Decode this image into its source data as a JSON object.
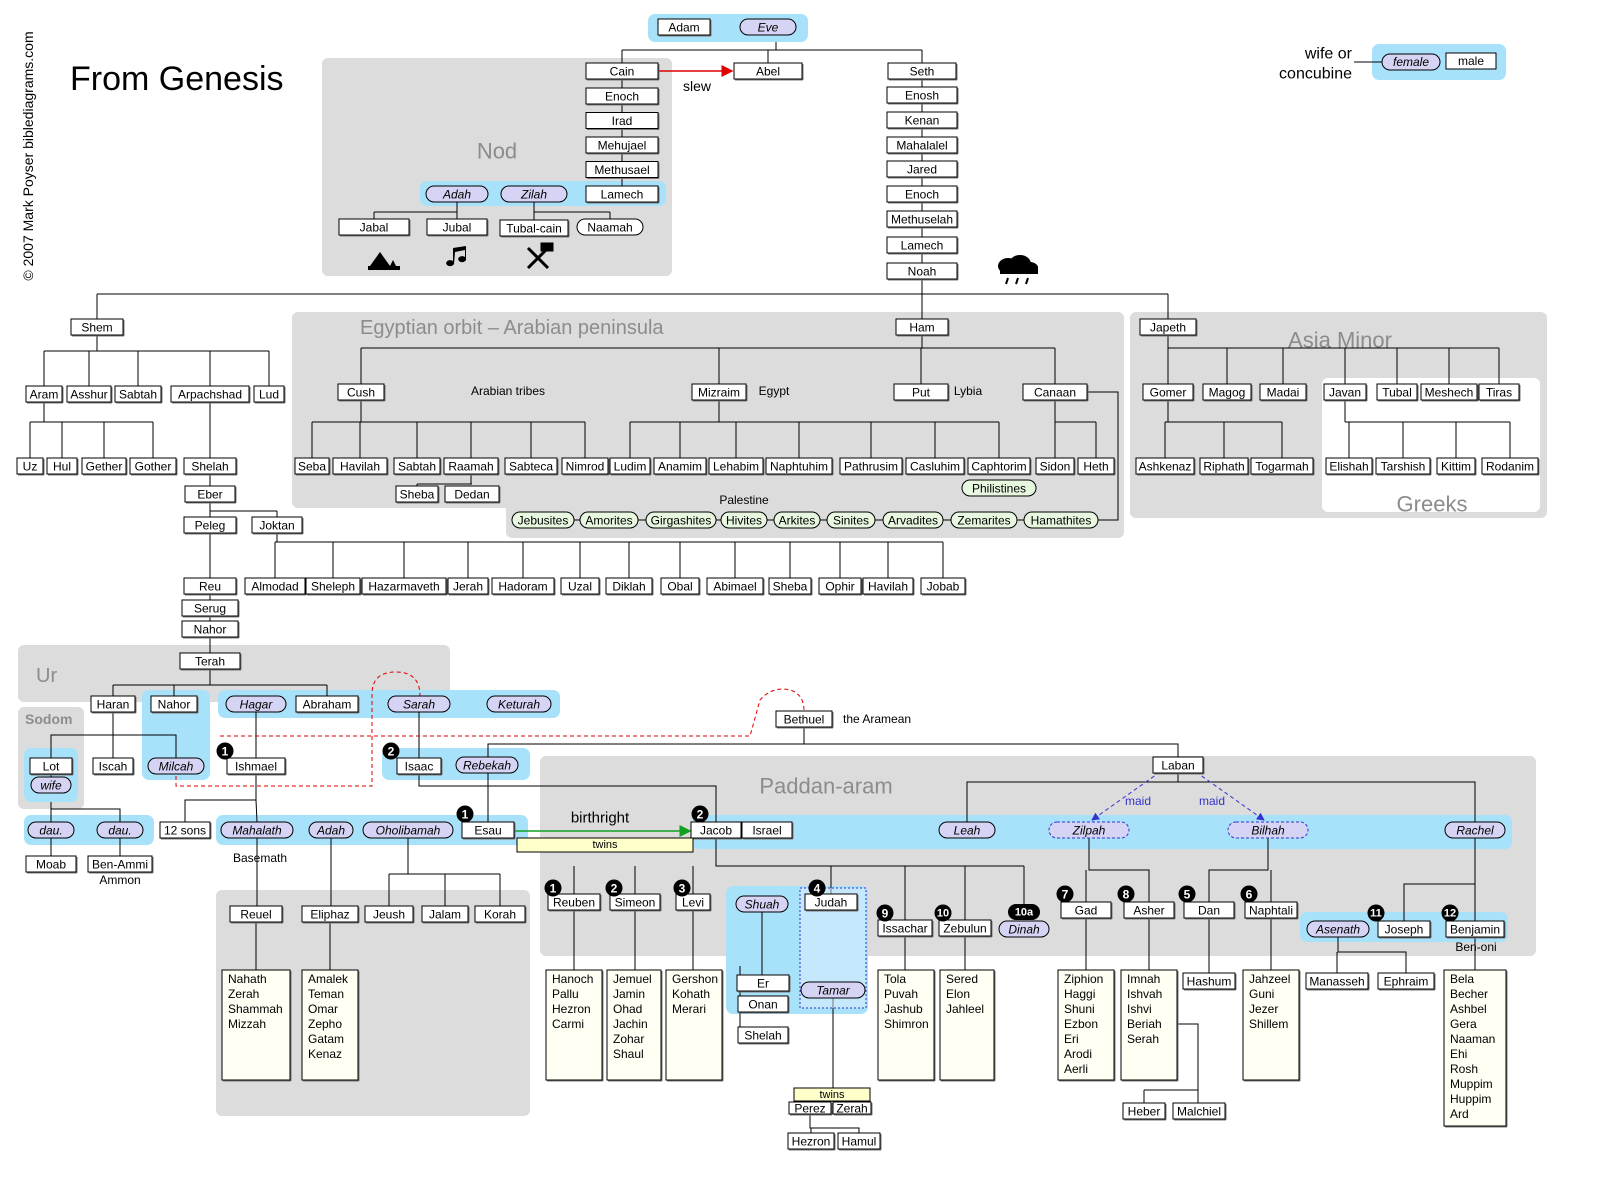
{
  "title": "From Genesis",
  "copyright": "© 2007 Mark Poyser  biblediagrams.com",
  "legend": {
    "wife_label": "wife or\nconcubine",
    "female": "female",
    "male": "male"
  },
  "regions": {
    "nod": "Nod",
    "egypt": "Egyptian orbit – Arabian peninsula",
    "asia": "Asia Minor",
    "greeks": "Greeks",
    "ur": "Ur",
    "sodom": "Sodom",
    "paddan": "Paddan-aram"
  },
  "notes": {
    "slew": "slew",
    "arabian": "Arabian tribes",
    "egypt": "Egypt",
    "lybia": "Lybia",
    "palestine": "Palestine",
    "aramean": "the Aramean",
    "birthright": "birthright",
    "maid": "maid",
    "basemath": "Basemath",
    "ammon": "Ammon",
    "benoni": "Ben-oni"
  },
  "icons": [
    "tent-livestock-icon",
    "music-note-icon",
    "tools-icon",
    "rain-cloud-icon"
  ],
  "people": [
    {
      "id": "adam",
      "name": "Adam"
    },
    {
      "id": "eve",
      "name": "Eve"
    },
    {
      "id": "cain",
      "name": "Cain"
    },
    {
      "id": "abel",
      "name": "Abel"
    },
    {
      "id": "seth",
      "name": "Seth"
    },
    {
      "id": "enoch1",
      "name": "Enoch"
    },
    {
      "id": "irad",
      "name": "Irad"
    },
    {
      "id": "mehujael",
      "name": "Mehujael"
    },
    {
      "id": "methusael",
      "name": "Methusael"
    },
    {
      "id": "lamech1",
      "name": "Lamech"
    },
    {
      "id": "adah1",
      "name": "Adah"
    },
    {
      "id": "zilah",
      "name": "Zilah"
    },
    {
      "id": "jabal",
      "name": "Jabal"
    },
    {
      "id": "jubal",
      "name": "Jubal"
    },
    {
      "id": "tubalcain",
      "name": "Tubal-cain"
    },
    {
      "id": "naamah",
      "name": "Naamah"
    },
    {
      "id": "enosh",
      "name": "Enosh"
    },
    {
      "id": "kenan",
      "name": "Kenan"
    },
    {
      "id": "mahalalel",
      "name": "Mahalalel"
    },
    {
      "id": "jared",
      "name": "Jared"
    },
    {
      "id": "enoch2",
      "name": "Enoch"
    },
    {
      "id": "methuselah",
      "name": "Methuselah"
    },
    {
      "id": "lamech2",
      "name": "Lamech"
    },
    {
      "id": "noah",
      "name": "Noah"
    },
    {
      "id": "shem",
      "name": "Shem"
    },
    {
      "id": "ham",
      "name": "Ham"
    },
    {
      "id": "japeth",
      "name": "Japeth"
    },
    {
      "id": "aram",
      "name": "Aram"
    },
    {
      "id": "asshur",
      "name": "Asshur"
    },
    {
      "id": "sabtah1",
      "name": "Sabtah"
    },
    {
      "id": "arpachshad",
      "name": "Arpachshad"
    },
    {
      "id": "lud",
      "name": "Lud"
    },
    {
      "id": "uz",
      "name": "Uz"
    },
    {
      "id": "hul",
      "name": "Hul"
    },
    {
      "id": "gether",
      "name": "Gether"
    },
    {
      "id": "gother",
      "name": "Gother"
    },
    {
      "id": "shelah1",
      "name": "Shelah"
    },
    {
      "id": "eber",
      "name": "Eber"
    },
    {
      "id": "peleg",
      "name": "Peleg"
    },
    {
      "id": "joktan",
      "name": "Joktan"
    },
    {
      "id": "almodad",
      "name": "Almodad"
    },
    {
      "id": "sheleph",
      "name": "Sheleph"
    },
    {
      "id": "hazarmaveth",
      "name": "Hazarmaveth"
    },
    {
      "id": "jerah",
      "name": "Jerah"
    },
    {
      "id": "hadoram",
      "name": "Hadoram"
    },
    {
      "id": "uzal",
      "name": "Uzal"
    },
    {
      "id": "diklah",
      "name": "Diklah"
    },
    {
      "id": "obal",
      "name": "Obal"
    },
    {
      "id": "abimael",
      "name": "Abimael"
    },
    {
      "id": "sheba1",
      "name": "Sheba"
    },
    {
      "id": "ophir",
      "name": "Ophir"
    },
    {
      "id": "havilah1",
      "name": "Havilah"
    },
    {
      "id": "jobab",
      "name": "Jobab"
    },
    {
      "id": "reu",
      "name": "Reu"
    },
    {
      "id": "serug",
      "name": "Serug"
    },
    {
      "id": "nahor1",
      "name": "Nahor"
    },
    {
      "id": "terah",
      "name": "Terah"
    },
    {
      "id": "cush",
      "name": "Cush"
    },
    {
      "id": "mizraim",
      "name": "Mizraim"
    },
    {
      "id": "put",
      "name": "Put"
    },
    {
      "id": "canaan",
      "name": "Canaan"
    },
    {
      "id": "seba",
      "name": "Seba"
    },
    {
      "id": "havilah2",
      "name": "Havilah"
    },
    {
      "id": "sabtah2",
      "name": "Sabtah"
    },
    {
      "id": "raamah",
      "name": "Raamah"
    },
    {
      "id": "sabteca",
      "name": "Sabteca"
    },
    {
      "id": "nimrod",
      "name": "Nimrod"
    },
    {
      "id": "sheba2",
      "name": "Sheba"
    },
    {
      "id": "dedan",
      "name": "Dedan"
    },
    {
      "id": "ludim",
      "name": "Ludim"
    },
    {
      "id": "anamim",
      "name": "Anamim"
    },
    {
      "id": "lehabim",
      "name": "Lehabim"
    },
    {
      "id": "naphtuhim",
      "name": "Naphtuhim"
    },
    {
      "id": "pathrusim",
      "name": "Pathrusim"
    },
    {
      "id": "casluhim",
      "name": "Casluhim"
    },
    {
      "id": "caphtorim",
      "name": "Caphtorim"
    },
    {
      "id": "philistines",
      "name": "Philistines"
    },
    {
      "id": "sidon",
      "name": "Sidon"
    },
    {
      "id": "heth",
      "name": "Heth"
    },
    {
      "id": "jebusites",
      "name": "Jebusites"
    },
    {
      "id": "amorites",
      "name": "Amorites"
    },
    {
      "id": "girgashites",
      "name": "Girgashites"
    },
    {
      "id": "hivites",
      "name": "Hivites"
    },
    {
      "id": "arkites",
      "name": "Arkites"
    },
    {
      "id": "sinites",
      "name": "Sinites"
    },
    {
      "id": "arvadites",
      "name": "Arvadites"
    },
    {
      "id": "zemarites",
      "name": "Zemarites"
    },
    {
      "id": "hamathites",
      "name": "Hamathites"
    },
    {
      "id": "gomer",
      "name": "Gomer"
    },
    {
      "id": "magog",
      "name": "Magog"
    },
    {
      "id": "madai",
      "name": "Madai"
    },
    {
      "id": "javan",
      "name": "Javan"
    },
    {
      "id": "tubal",
      "name": "Tubal"
    },
    {
      "id": "meshech",
      "name": "Meshech"
    },
    {
      "id": "tiras",
      "name": "Tiras"
    },
    {
      "id": "ashkenaz",
      "name": "Ashkenaz"
    },
    {
      "id": "riphath",
      "name": "Riphath"
    },
    {
      "id": "togarmah",
      "name": "Togarmah"
    },
    {
      "id": "elishah",
      "name": "Elishah"
    },
    {
      "id": "tarshish",
      "name": "Tarshish"
    },
    {
      "id": "kittim",
      "name": "Kittim"
    },
    {
      "id": "rodanim",
      "name": "Rodanim"
    },
    {
      "id": "haran",
      "name": "Haran"
    },
    {
      "id": "nahor2",
      "name": "Nahor"
    },
    {
      "id": "hagar",
      "name": "Hagar"
    },
    {
      "id": "abraham",
      "name": "Abraham"
    },
    {
      "id": "sarah",
      "name": "Sarah"
    },
    {
      "id": "keturah",
      "name": "Keturah"
    },
    {
      "id": "lot",
      "name": "Lot"
    },
    {
      "id": "lotwife",
      "name": "wife"
    },
    {
      "id": "iscah",
      "name": "Iscah"
    },
    {
      "id": "milcah",
      "name": "Milcah"
    },
    {
      "id": "ishmael",
      "name": "Ishmael"
    },
    {
      "id": "isaac",
      "name": "Isaac"
    },
    {
      "id": "rebekah",
      "name": "Rebekah"
    },
    {
      "id": "dau1",
      "name": "dau."
    },
    {
      "id": "dau2",
      "name": "dau."
    },
    {
      "id": "moab",
      "name": "Moab"
    },
    {
      "id": "benammi",
      "name": "Ben-Ammi"
    },
    {
      "id": "twelvesons",
      "name": "12 sons"
    },
    {
      "id": "mahalath",
      "name": "Mahalath"
    },
    {
      "id": "adah2",
      "name": "Adah"
    },
    {
      "id": "oholibamah",
      "name": "Oholibamah"
    },
    {
      "id": "esau",
      "name": "Esau"
    },
    {
      "id": "reuel",
      "name": "Reuel"
    },
    {
      "id": "eliphaz",
      "name": "Eliphaz"
    },
    {
      "id": "jeush",
      "name": "Jeush"
    },
    {
      "id": "jalam",
      "name": "Jalam"
    },
    {
      "id": "korah",
      "name": "Korah"
    },
    {
      "id": "bethuel",
      "name": "Bethuel"
    },
    {
      "id": "laban",
      "name": "Laban"
    },
    {
      "id": "jacob",
      "name": "Jacob"
    },
    {
      "id": "israel",
      "name": "Israel"
    },
    {
      "id": "leah",
      "name": "Leah"
    },
    {
      "id": "zilpah",
      "name": "Zilpah"
    },
    {
      "id": "bilhah",
      "name": "Bilhah"
    },
    {
      "id": "rachel",
      "name": "Rachel"
    },
    {
      "id": "reuben",
      "name": "Reuben"
    },
    {
      "id": "simeon",
      "name": "Simeon"
    },
    {
      "id": "levi",
      "name": "Levi"
    },
    {
      "id": "shuah",
      "name": "Shuah"
    },
    {
      "id": "judah",
      "name": "Judah"
    },
    {
      "id": "issachar",
      "name": "Issachar"
    },
    {
      "id": "zebulun",
      "name": "Zebulun"
    },
    {
      "id": "dinah",
      "name": "Dinah"
    },
    {
      "id": "gad",
      "name": "Gad"
    },
    {
      "id": "asher",
      "name": "Asher"
    },
    {
      "id": "dan",
      "name": "Dan"
    },
    {
      "id": "naphtali",
      "name": "Naphtali"
    },
    {
      "id": "asenath",
      "name": "Asenath"
    },
    {
      "id": "joseph",
      "name": "Joseph"
    },
    {
      "id": "benjamin",
      "name": "Benjamin"
    },
    {
      "id": "er",
      "name": "Er"
    },
    {
      "id": "onan",
      "name": "Onan"
    },
    {
      "id": "shelah2",
      "name": "Shelah"
    },
    {
      "id": "tamar",
      "name": "Tamar"
    },
    {
      "id": "perez",
      "name": "Perez"
    },
    {
      "id": "zerah",
      "name": "Zerah"
    },
    {
      "id": "hezron",
      "name": "Hezron"
    },
    {
      "id": "hamul",
      "name": "Hamul"
    },
    {
      "id": "hashum",
      "name": "Hashum"
    },
    {
      "id": "manasseh",
      "name": "Manasseh"
    },
    {
      "id": "ephraim",
      "name": "Ephraim"
    },
    {
      "id": "heber",
      "name": "Heber"
    },
    {
      "id": "malchiel",
      "name": "Malchiel"
    }
  ],
  "twins_label": "twins",
  "son_lists": [
    {
      "id": "reuel_sons",
      "names": [
        "Nahath",
        "Zerah",
        "Shammah",
        "Mizzah"
      ]
    },
    {
      "id": "eliphaz_sons",
      "names": [
        "Amalek",
        "Teman",
        "Omar",
        "Zepho",
        "Gatam",
        "Kenaz"
      ]
    },
    {
      "id": "reuben_sons",
      "names": [
        "Hanoch",
        "Pallu",
        "Hezron",
        "Carmi"
      ]
    },
    {
      "id": "simeon_sons",
      "names": [
        "Jemuel",
        "Jamin",
        "Ohad",
        "Jachin",
        "Zohar",
        "Shaul"
      ]
    },
    {
      "id": "levi_sons",
      "names": [
        "Gershon",
        "Kohath",
        "Merari"
      ]
    },
    {
      "id": "issachar_sons",
      "names": [
        "Tola",
        "Puvah",
        "Jashub",
        "Shimron"
      ]
    },
    {
      "id": "zebulun_sons",
      "names": [
        "Sered",
        "Elon",
        "Jahleel"
      ]
    },
    {
      "id": "gad_sons",
      "names": [
        "Ziphion",
        "Haggi",
        "Shuni",
        "Ezbon",
        "Eri",
        "Arodi",
        "Aerli"
      ]
    },
    {
      "id": "asher_sons",
      "names": [
        "Imnah",
        "Ishvah",
        "Ishvi",
        "Beriah",
        "Serah"
      ]
    },
    {
      "id": "naphtali_sons",
      "names": [
        "Jahzeel",
        "Guni",
        "Jezer",
        "Shillem"
      ]
    },
    {
      "id": "benjamin_sons",
      "names": [
        "Bela",
        "Becher",
        "Ashbel",
        "Gera",
        "Naaman",
        "Ehi",
        "Rosh",
        "Muppim",
        "Huppim",
        "Ard"
      ]
    }
  ],
  "birth_order": [
    "1",
    "2",
    "1",
    "2",
    "1",
    "2",
    "3",
    "4",
    "9",
    "10",
    "10a",
    "7",
    "8",
    "5",
    "6",
    "11",
    "12"
  ]
}
